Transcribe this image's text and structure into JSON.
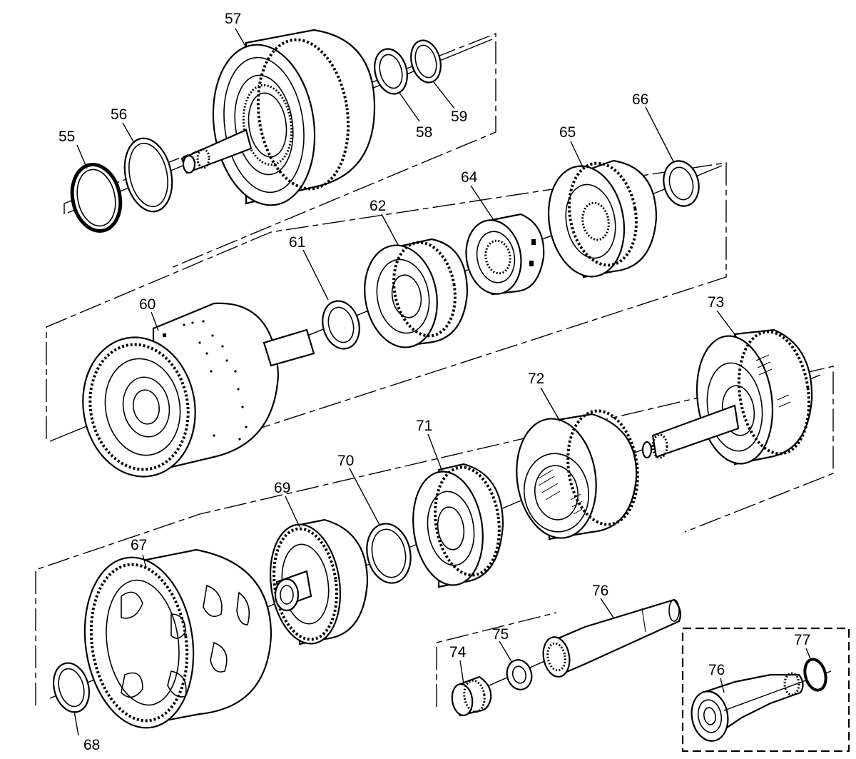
{
  "callouts": {
    "c55": "55",
    "c56": "56",
    "c57": "57",
    "c58": "58",
    "c59": "59",
    "c60": "60",
    "c61": "61",
    "c62": "62",
    "c64": "64",
    "c65": "65",
    "c66": "66",
    "c67": "67",
    "c68": "68",
    "c69": "69",
    "c70": "70",
    "c71": "71",
    "c72": "72",
    "c73": "73",
    "c74": "74",
    "c75": "75",
    "c76a": "76",
    "c76b": "76",
    "c77": "77"
  },
  "colors": {
    "line": "#000000",
    "background": "#ffffff"
  }
}
